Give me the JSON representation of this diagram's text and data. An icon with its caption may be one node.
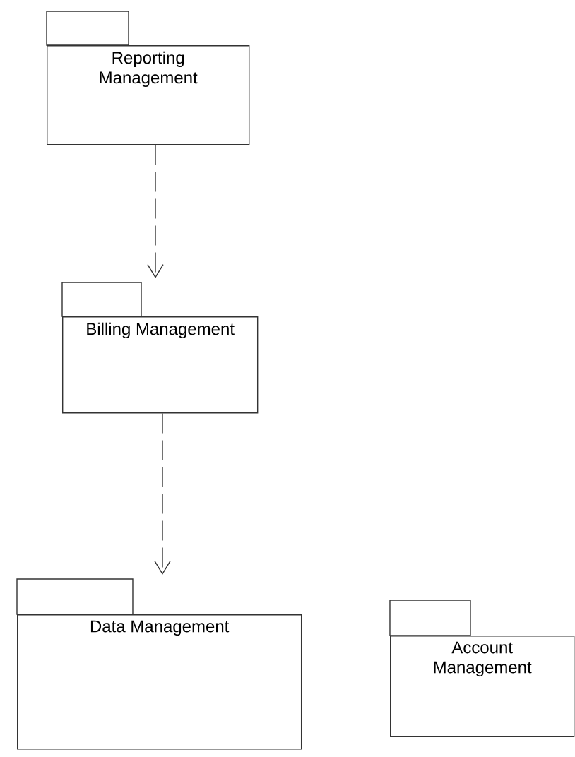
{
  "diagram": {
    "nodes": [
      {
        "text": [
          "Reporting Management"
        ]
      },
      {
        "text": [
          "Billing Management"
        ]
      },
      {
        "text": [
          "Data Management"
        ]
      },
      {
        "text": [
          "Account Management"
        ]
      }
    ],
    "edges": [
      {
        "from": 0,
        "to": 1,
        "arrow": "to",
        "style": "dashed"
      },
      {
        "from": 1,
        "to": 2,
        "arrow": "to",
        "style": "dashed"
      }
    ]
  }
}
